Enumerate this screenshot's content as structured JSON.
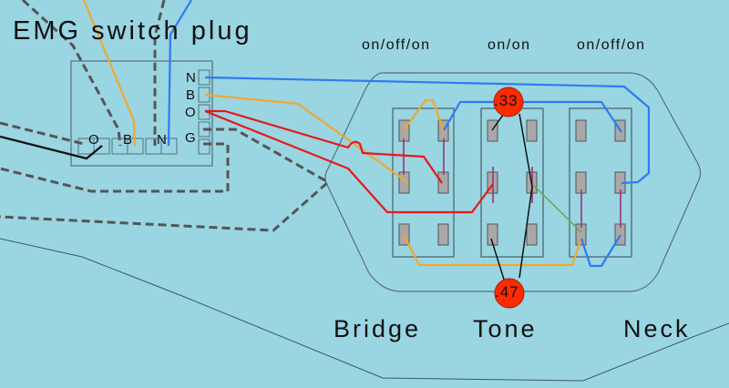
{
  "title": "EMG switch plug",
  "plug": {
    "right_pins": [
      "N",
      "B",
      "O",
      "G"
    ],
    "bottom_pins": [
      "O",
      "B",
      "N"
    ]
  },
  "switches": [
    {
      "type_label": "on/off/on",
      "name": "Bridge"
    },
    {
      "type_label": "on/on",
      "name": "Tone"
    },
    {
      "type_label": "on/off/on",
      "name": "Neck"
    }
  ],
  "pots": [
    {
      "value": ".33"
    },
    {
      "value": ".47"
    }
  ],
  "colors": {
    "background": "#9ad5e2",
    "wire_blue": "#2f7bf2",
    "wire_orange": "#f0a830",
    "wire_red": "#e81818",
    "wire_black": "#111111",
    "wire_green": "#6aa84f",
    "jumper_purple": "#a0307a",
    "ground_dashed": "#555555",
    "pot_fill": "#ff2a00",
    "lug_fill": "#a8a8a8"
  }
}
